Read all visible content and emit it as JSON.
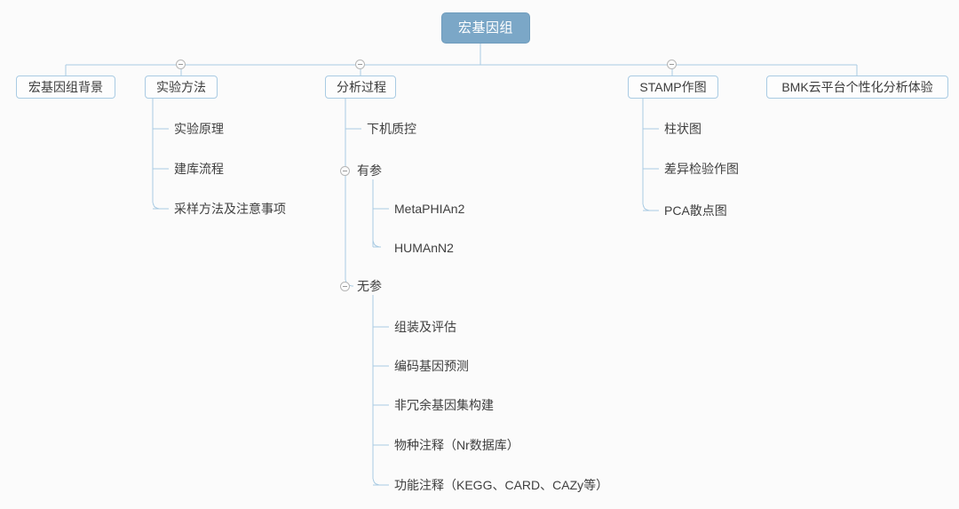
{
  "diagram": {
    "type": "mindmap-tree",
    "title": "宏基因组",
    "line_color": "#a9cbe3",
    "root_fill": "#7ba7c7",
    "root_text_color": "#ffffff",
    "node_border_color": "#a9cbe3",
    "background": "#fbfbfb",
    "toggle_icon": "collapse-minus-circle"
  },
  "root": {
    "label": "宏基因组"
  },
  "branches": [
    {
      "label": "宏基因组背景",
      "has_toggle": false
    },
    {
      "label": "实验方法",
      "has_toggle": true
    },
    {
      "label": "分析过程",
      "has_toggle": true
    },
    {
      "label": "STAMP作图",
      "has_toggle": true
    },
    {
      "label": "BMK云平台个性化分析体验",
      "has_toggle": false
    }
  ],
  "experiment_children": [
    {
      "label": "实验原理"
    },
    {
      "label": "建库流程"
    },
    {
      "label": "采样方法及注意事项"
    }
  ],
  "analysis_children": [
    {
      "label": "下机质控",
      "has_toggle": false
    },
    {
      "label": "有参",
      "has_toggle": true
    },
    {
      "label": "无参",
      "has_toggle": true
    }
  ],
  "reference_children": [
    {
      "label": "MetaPHIAn2"
    },
    {
      "label": "HUMAnN2"
    }
  ],
  "dereference_children": [
    {
      "label": "组装及评估"
    },
    {
      "label": "编码基因预测"
    },
    {
      "label": "非冗余基因集构建"
    },
    {
      "label": "物种注释（Nr数据库）"
    },
    {
      "label": "功能注释（KEGG、CARD、CAZy等）"
    }
  ],
  "stamp_children": [
    {
      "label": "柱状图"
    },
    {
      "label": "差异检验作图"
    },
    {
      "label": "PCA散点图"
    }
  ]
}
